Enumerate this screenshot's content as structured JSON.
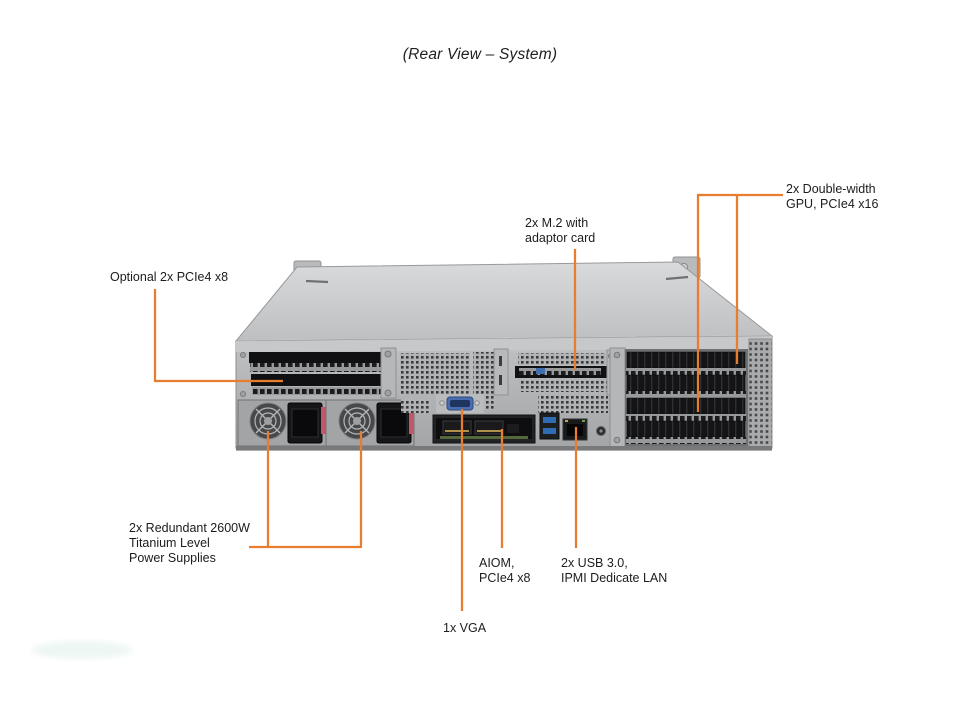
{
  "title": "(Rear View – System)",
  "colors": {
    "accent": "#e87d2e",
    "label_text": "#1c1c1c",
    "chassis_light": "#cdcfd1",
    "chassis_panel": "#b0b2b4"
  },
  "labels": {
    "gpu": {
      "lines": [
        "2x Double-width",
        "GPU, PCIe4 x16"
      ]
    },
    "m2": {
      "lines": [
        "2x M.2 with",
        "adaptor card"
      ]
    },
    "optional_pcie": {
      "lines": [
        "Optional 2x PCIe4 x8"
      ]
    },
    "psu": {
      "lines": [
        "2x Redundant 2600W",
        "Titanium Level",
        "Power Supplies"
      ]
    },
    "aiom": {
      "lines": [
        "AIOM,",
        "PCIe4 x8"
      ]
    },
    "usb": {
      "lines": [
        "2x USB 3.0,",
        "IPMI Dedicate LAN"
      ]
    },
    "vga": {
      "lines": [
        "1x VGA"
      ]
    }
  }
}
